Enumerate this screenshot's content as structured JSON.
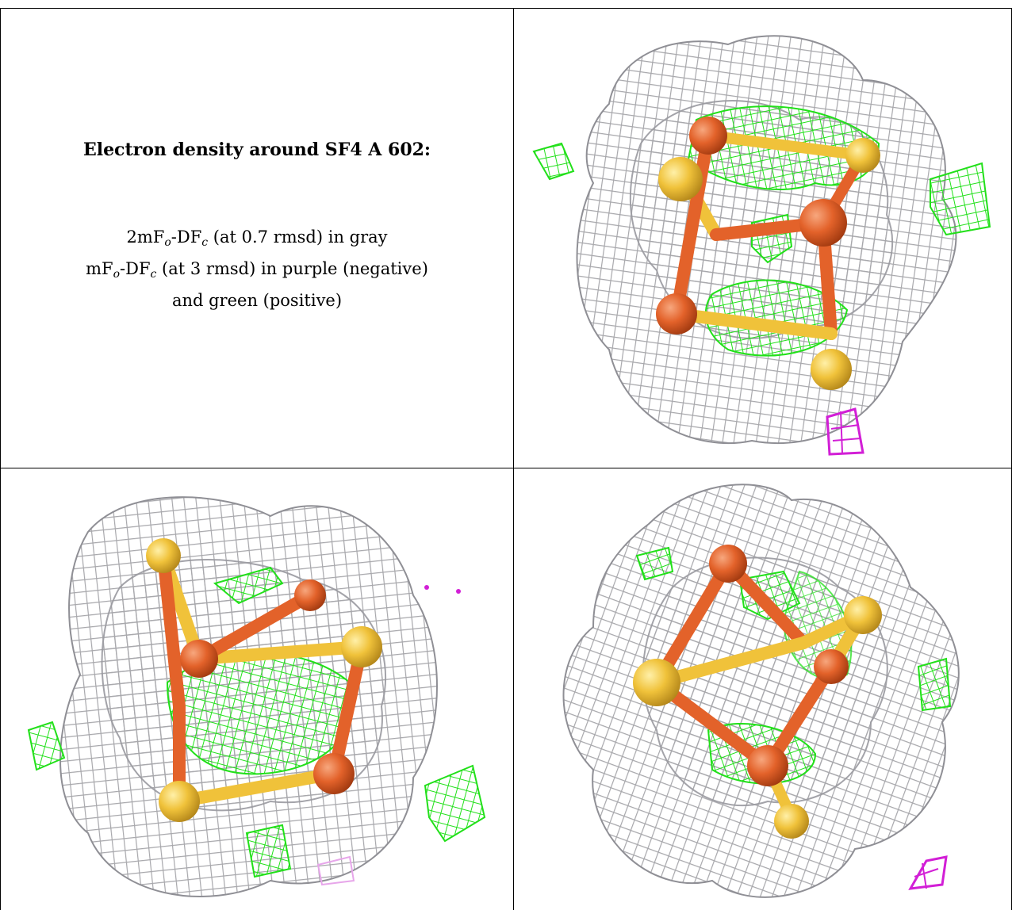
{
  "caption": {
    "title": "Electron density around SF4 A 602:",
    "line1": {
      "prefix": "2mF",
      "sub1": "o",
      "mid": "-DF",
      "sub2": "c",
      "suffix": " (at 0.7 rmsd) in gray"
    },
    "line2": {
      "prefix": "mF",
      "sub1": "o",
      "mid": "-DF",
      "sub2": "c",
      "suffix": " (at 3 rmsd) in purple (negative)"
    },
    "line3": "and green (positive)"
  },
  "colors": {
    "mesh_gray": "#a9a9ad",
    "positive_green": "#22e01a",
    "negative_purple": "#d21fd6",
    "iron_orange": "#e3622a",
    "sulfur_yellow": "#f0c23a"
  },
  "panels": [
    {
      "id": "view-1",
      "icon": "density-mesh-view-1"
    },
    {
      "id": "view-2",
      "icon": "density-mesh-view-2"
    },
    {
      "id": "view-3",
      "icon": "density-mesh-view-3"
    }
  ]
}
